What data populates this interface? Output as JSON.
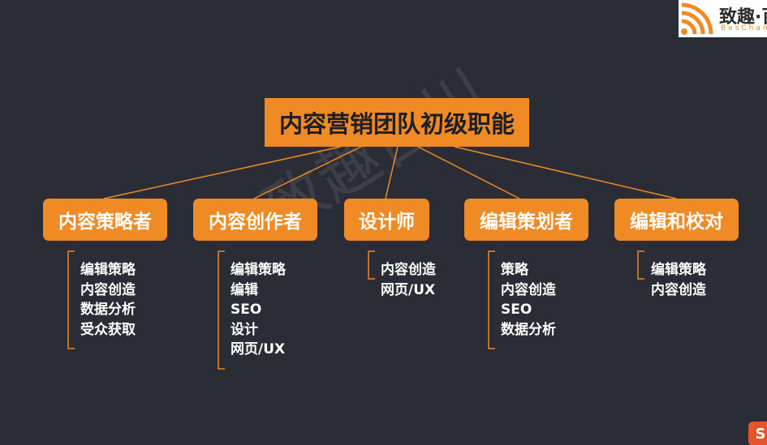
{
  "logo": {
    "name": "致趣·百",
    "latin": "BesChan"
  },
  "root": {
    "label": "内容营销团队初级职能"
  },
  "watermark": "致趣百川",
  "corner_badge": "S",
  "roles": [
    {
      "label": "内容策略者",
      "items": [
        "编辑策略",
        "内容创造",
        "数据分析",
        "受众获取"
      ]
    },
    {
      "label": "内容创作者",
      "items": [
        "编辑策略",
        "编辑",
        "SEO",
        "设计",
        "网页/UX"
      ]
    },
    {
      "label": "设计师",
      "items": [
        "内容创造",
        "网页/UX"
      ]
    },
    {
      "label": "编辑策划者",
      "items": [
        "策略",
        "内容创造",
        "SEO",
        "数据分析"
      ]
    },
    {
      "label": "编辑和校对",
      "items": [
        "编辑策略",
        "内容创造"
      ]
    }
  ],
  "colors": {
    "background": "#2a2d35",
    "accent": "#f08a24",
    "text": "#ffffff",
    "root_text": "#1d1f24"
  }
}
